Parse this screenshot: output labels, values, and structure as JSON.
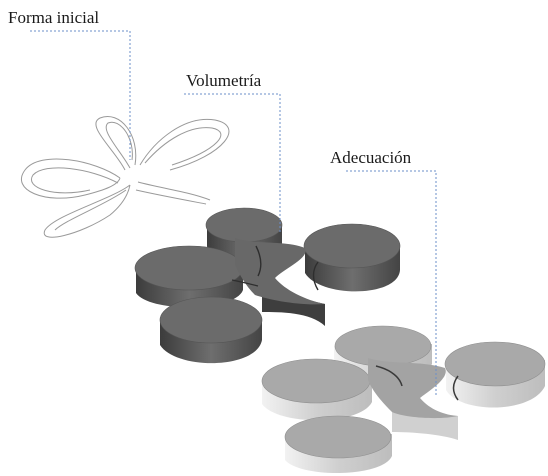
{
  "labels": {
    "initial": "Forma inicial",
    "volume": "Volumetría",
    "adequacy": "Adecuación"
  },
  "colors": {
    "leader": "#6b8fc9",
    "outline": "#9a9a9a",
    "dark_top": "#6b6b6b",
    "dark_side": "#4a4a4a",
    "light_top": "#a9a9a9",
    "light_side": "#d9d9d9"
  }
}
